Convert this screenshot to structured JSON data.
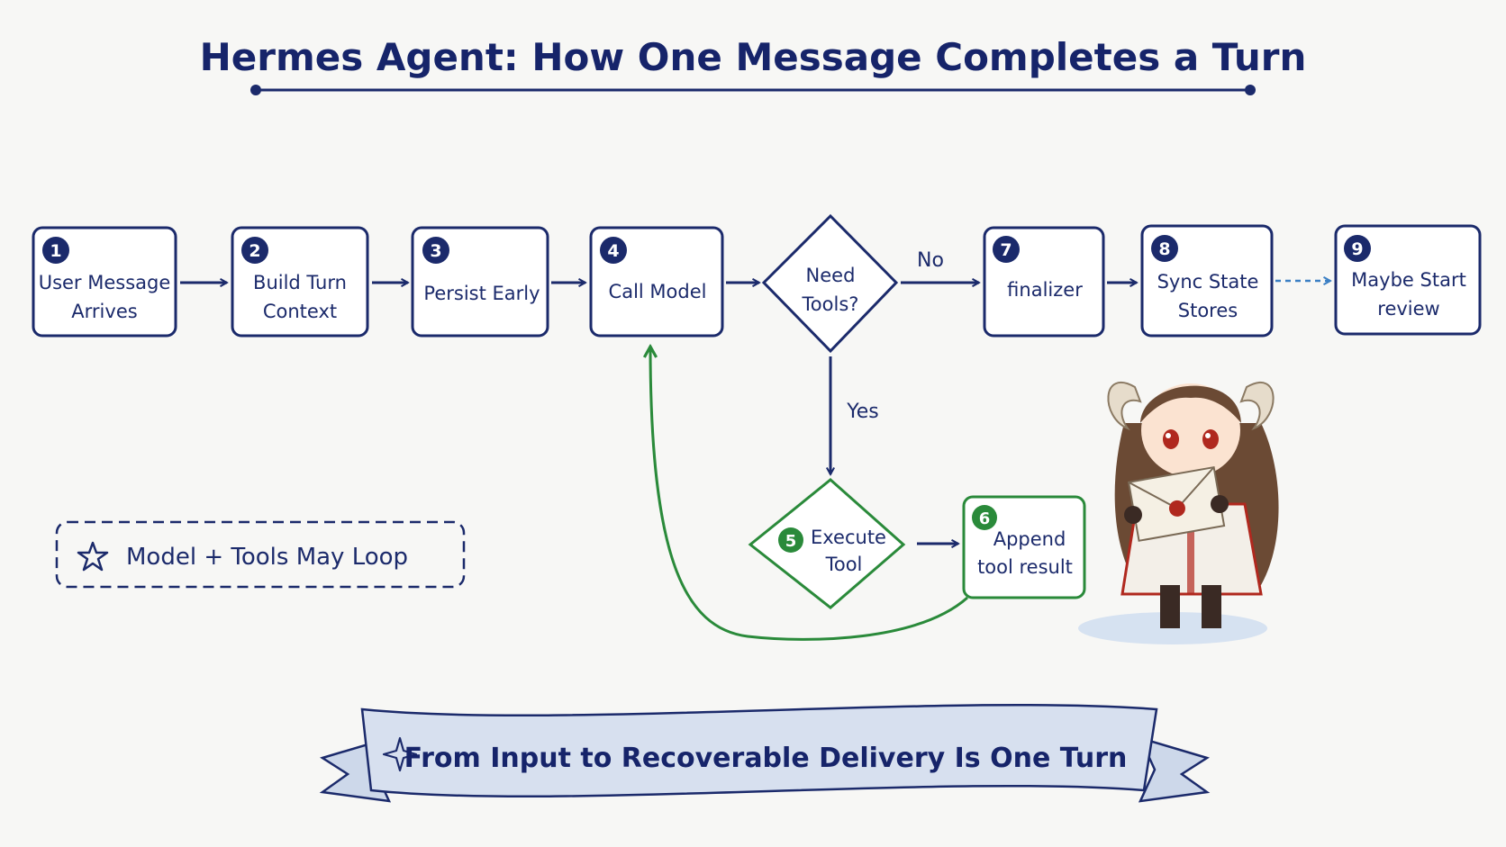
{
  "title": "Hermes Agent: How One Message Completes a Turn",
  "colors": {
    "navy": "#1b2a6b",
    "green": "#2a8a3a",
    "dashed_blue": "#3b7fc4",
    "background": "#f7f7f5"
  },
  "steps": [
    {
      "num": "1",
      "line1": "User Message",
      "line2": "Arrives"
    },
    {
      "num": "2",
      "line1": "Build Turn",
      "line2": "Context"
    },
    {
      "num": "3",
      "line1": "Persist Early",
      "line2": ""
    },
    {
      "num": "4",
      "line1": "Call Model",
      "line2": ""
    },
    {
      "num": "",
      "line1": "Need",
      "line2": "Tools?"
    },
    {
      "num": "5",
      "line1": "Execute",
      "line2": "Tool"
    },
    {
      "num": "6",
      "line1": "Append",
      "line2": "tool result"
    },
    {
      "num": "7",
      "line1": "finalizer",
      "line2": ""
    },
    {
      "num": "8",
      "line1": "Sync State",
      "line2": "Stores"
    },
    {
      "num": "9",
      "line1": "Maybe Start",
      "line2": "review"
    }
  ],
  "edges": {
    "no_label": "No",
    "yes_label": "Yes"
  },
  "legend": {
    "icon": "star-icon",
    "text": "Model + Tools May Loop"
  },
  "banner": {
    "icon": "sparkle-icon",
    "text": "From Input to Recoverable Delivery Is One Turn"
  },
  "mascot": {
    "icon": "horned-girl-with-envelope-icon"
  }
}
